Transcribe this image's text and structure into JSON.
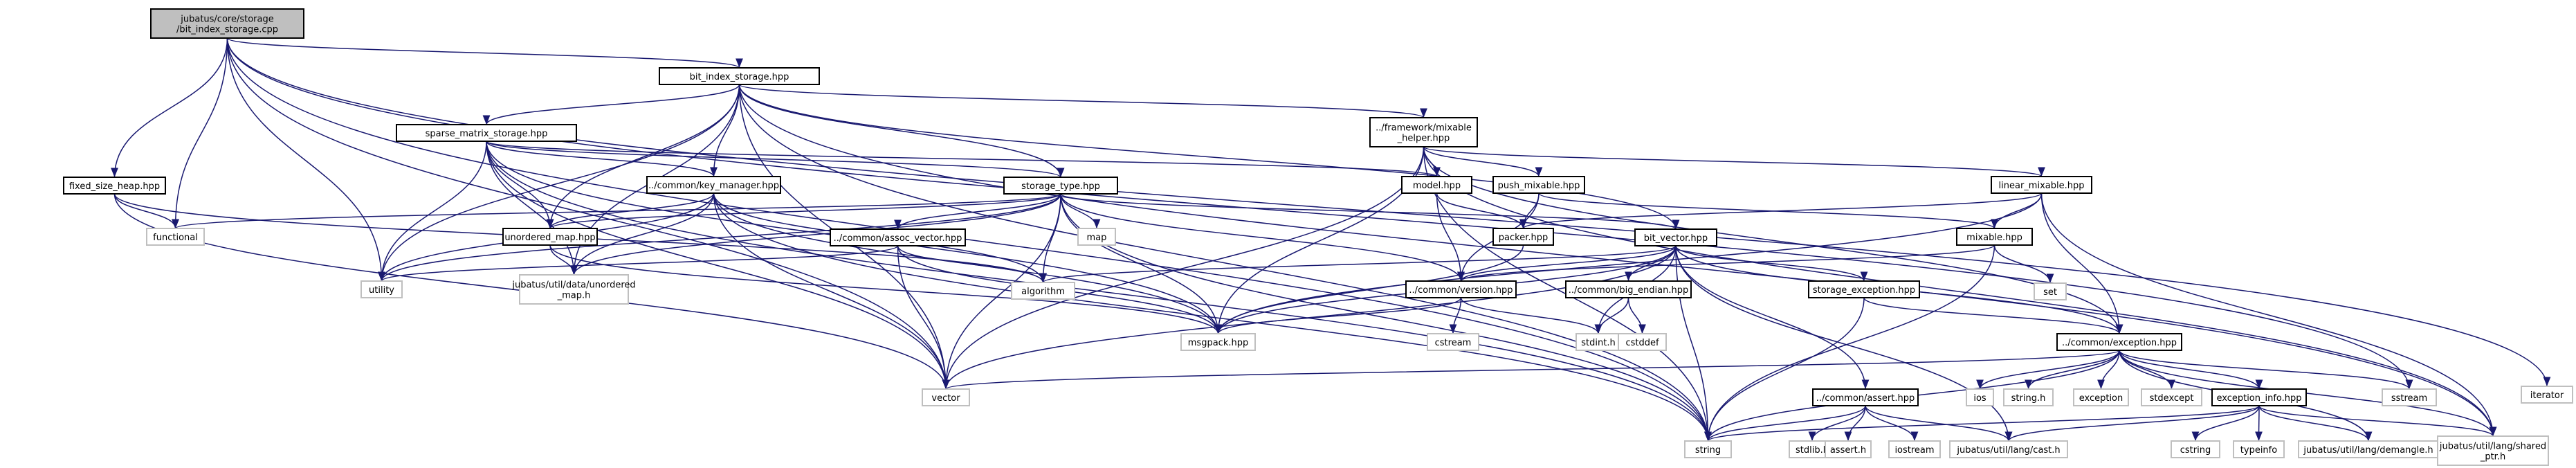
{
  "diagram": {
    "colors": {
      "edge": "#191970",
      "root_fill": "#bfbfbf",
      "node_border": "#000000",
      "leaf_border": "#bfbfbf",
      "text": "#000000"
    },
    "nodes": [
      {
        "id": "root",
        "label": "jubatus/core/storage\n/bit_index_storage.cpp",
        "kind": "root"
      },
      {
        "id": "bis",
        "label": "bit_index_storage.hpp",
        "kind": "file"
      },
      {
        "id": "iterator",
        "label": "iterator",
        "kind": "leaf"
      },
      {
        "id": "sms",
        "label": "sparse_matrix_storage.hpp",
        "kind": "file"
      },
      {
        "id": "fmh",
        "label": "../framework/mixable\n_helper.hpp",
        "kind": "file"
      },
      {
        "id": "fsh",
        "label": "fixed_size_heap.hpp",
        "kind": "file"
      },
      {
        "id": "keym",
        "label": "../common/key_manager.hpp",
        "kind": "file"
      },
      {
        "id": "st",
        "label": "storage_type.hpp",
        "kind": "file"
      },
      {
        "id": "model",
        "label": "model.hpp",
        "kind": "file"
      },
      {
        "id": "pushm",
        "label": "push_mixable.hpp",
        "kind": "file"
      },
      {
        "id": "linm",
        "label": "linear_mixable.hpp",
        "kind": "file"
      },
      {
        "id": "functional",
        "label": "functional",
        "kind": "leaf"
      },
      {
        "id": "umap",
        "label": "unordered_map.hpp",
        "kind": "file"
      },
      {
        "id": "assoc",
        "label": "../common/assoc_vector.hpp",
        "kind": "file"
      },
      {
        "id": "map",
        "label": "map",
        "kind": "leaf"
      },
      {
        "id": "packer",
        "label": "packer.hpp",
        "kind": "file"
      },
      {
        "id": "bitvec",
        "label": "bit_vector.hpp",
        "kind": "file"
      },
      {
        "id": "mixable",
        "label": "mixable.hpp",
        "kind": "file"
      },
      {
        "id": "utility",
        "label": "utility",
        "kind": "leaf"
      },
      {
        "id": "juum",
        "label": "jubatus/util/data/unordered\n_map.h",
        "kind": "leaf"
      },
      {
        "id": "algorithm",
        "label": "algorithm",
        "kind": "leaf"
      },
      {
        "id": "version",
        "label": "../common/version.hpp",
        "kind": "file"
      },
      {
        "id": "bigend",
        "label": "../common/big_endian.hpp",
        "kind": "file"
      },
      {
        "id": "stexc",
        "label": "storage_exception.hpp",
        "kind": "file"
      },
      {
        "id": "set",
        "label": "set",
        "kind": "leaf"
      },
      {
        "id": "msgpack",
        "label": "msgpack.hpp",
        "kind": "leaf"
      },
      {
        "id": "cstream",
        "label": "cstream",
        "kind": "leaf"
      },
      {
        "id": "stdint",
        "label": "stdint.h",
        "kind": "leaf"
      },
      {
        "id": "cstddef",
        "label": "cstddef",
        "kind": "leaf"
      },
      {
        "id": "cexc",
        "label": "../common/exception.hpp",
        "kind": "file"
      },
      {
        "id": "vector",
        "label": "vector",
        "kind": "leaf"
      },
      {
        "id": "ios",
        "label": "ios",
        "kind": "leaf"
      },
      {
        "id": "stringh",
        "label": "string.h",
        "kind": "leaf"
      },
      {
        "id": "exception",
        "label": "exception",
        "kind": "leaf"
      },
      {
        "id": "stdexcept",
        "label": "stdexcept",
        "kind": "leaf"
      },
      {
        "id": "sstream",
        "label": "sstream",
        "kind": "leaf"
      },
      {
        "id": "assert",
        "label": "../common/assert.hpp",
        "kind": "file"
      },
      {
        "id": "exinfo",
        "label": "exception_info.hpp",
        "kind": "file"
      },
      {
        "id": "string",
        "label": "string",
        "kind": "leaf"
      },
      {
        "id": "stdlib",
        "label": "stdlib.h",
        "kind": "leaf"
      },
      {
        "id": "asserth",
        "label": "assert.h",
        "kind": "leaf"
      },
      {
        "id": "iostream",
        "label": "iostream",
        "kind": "leaf"
      },
      {
        "id": "cast",
        "label": "jubatus/util/lang/cast.h",
        "kind": "leaf"
      },
      {
        "id": "cstring",
        "label": "cstring",
        "kind": "leaf"
      },
      {
        "id": "typeinfo",
        "label": "typeinfo",
        "kind": "leaf"
      },
      {
        "id": "demangle",
        "label": "jubatus/util/lang/demangle.h",
        "kind": "leaf"
      },
      {
        "id": "sharedptr",
        "label": "jubatus/util/lang/shared\n_ptr.h",
        "kind": "leaf"
      }
    ],
    "edges": [
      [
        "root",
        "bis"
      ],
      [
        "root",
        "iterator"
      ],
      [
        "root",
        "fsh"
      ],
      [
        "root",
        "functional"
      ],
      [
        "root",
        "utility"
      ],
      [
        "root",
        "vector"
      ],
      [
        "root",
        "string"
      ],
      [
        "root",
        "sstream"
      ],
      [
        "bis",
        "sms"
      ],
      [
        "bis",
        "fmh"
      ],
      [
        "bis",
        "keym"
      ],
      [
        "bis",
        "st"
      ],
      [
        "bis",
        "utility"
      ],
      [
        "bis",
        "juum"
      ],
      [
        "bis",
        "umap"
      ],
      [
        "bis",
        "bitvec"
      ],
      [
        "bis",
        "vector"
      ],
      [
        "bis",
        "string"
      ],
      [
        "bis",
        "sharedptr"
      ],
      [
        "sms",
        "keym"
      ],
      [
        "sms",
        "st"
      ],
      [
        "sms",
        "model"
      ],
      [
        "sms",
        "umap"
      ],
      [
        "sms",
        "utility"
      ],
      [
        "sms",
        "juum"
      ],
      [
        "sms",
        "msgpack"
      ],
      [
        "sms",
        "vector"
      ],
      [
        "sms",
        "string"
      ],
      [
        "fmh",
        "model"
      ],
      [
        "fmh",
        "pushm"
      ],
      [
        "fmh",
        "linm"
      ],
      [
        "fmh",
        "msgpack"
      ],
      [
        "fmh",
        "vector"
      ],
      [
        "fmh",
        "string"
      ],
      [
        "fmh",
        "cexc"
      ],
      [
        "fmh",
        "sharedptr"
      ],
      [
        "fsh",
        "functional"
      ],
      [
        "fsh",
        "algorithm"
      ],
      [
        "fsh",
        "vector"
      ],
      [
        "keym",
        "umap"
      ],
      [
        "keym",
        "juum"
      ],
      [
        "keym",
        "algorithm"
      ],
      [
        "keym",
        "msgpack"
      ],
      [
        "keym",
        "vector"
      ],
      [
        "keym",
        "string"
      ],
      [
        "keym",
        "utility"
      ],
      [
        "st",
        "functional"
      ],
      [
        "st",
        "assoc"
      ],
      [
        "st",
        "map"
      ],
      [
        "st",
        "bitvec"
      ],
      [
        "st",
        "utility"
      ],
      [
        "st",
        "umap"
      ],
      [
        "st",
        "juum"
      ],
      [
        "st",
        "algorithm"
      ],
      [
        "st",
        "msgpack"
      ],
      [
        "st",
        "vector"
      ],
      [
        "st",
        "string"
      ],
      [
        "st",
        "version"
      ],
      [
        "model",
        "packer"
      ],
      [
        "model",
        "version"
      ],
      [
        "pushm",
        "packer"
      ],
      [
        "pushm",
        "mixable"
      ],
      [
        "pushm",
        "version"
      ],
      [
        "linm",
        "packer"
      ],
      [
        "linm",
        "mixable"
      ],
      [
        "linm",
        "cexc"
      ],
      [
        "linm",
        "msgpack"
      ],
      [
        "linm",
        "sharedptr"
      ],
      [
        "umap",
        "juum"
      ],
      [
        "umap",
        "msgpack"
      ],
      [
        "assoc",
        "utility"
      ],
      [
        "assoc",
        "algorithm"
      ],
      [
        "assoc",
        "vector"
      ],
      [
        "assoc",
        "msgpack"
      ],
      [
        "packer",
        "msgpack"
      ],
      [
        "bitvec",
        "algorithm"
      ],
      [
        "bitvec",
        "version"
      ],
      [
        "bitvec",
        "bigend"
      ],
      [
        "bitvec",
        "stexc"
      ],
      [
        "bitvec",
        "cexc"
      ],
      [
        "bitvec",
        "assert"
      ],
      [
        "bitvec",
        "stdint"
      ],
      [
        "bitvec",
        "msgpack"
      ],
      [
        "bitvec",
        "vector"
      ],
      [
        "bitvec",
        "string"
      ],
      [
        "bitvec",
        "cast"
      ],
      [
        "mixable",
        "set"
      ],
      [
        "mixable",
        "version"
      ],
      [
        "mixable",
        "string"
      ],
      [
        "version",
        "msgpack"
      ],
      [
        "version",
        "cstream"
      ],
      [
        "version",
        "stdint"
      ],
      [
        "bigend",
        "stdint"
      ],
      [
        "bigend",
        "cstddef"
      ],
      [
        "stexc",
        "cexc"
      ],
      [
        "stexc",
        "string"
      ],
      [
        "cexc",
        "vector"
      ],
      [
        "cexc",
        "ios"
      ],
      [
        "cexc",
        "stringh"
      ],
      [
        "cexc",
        "exception"
      ],
      [
        "cexc",
        "stdexcept"
      ],
      [
        "cexc",
        "sstream"
      ],
      [
        "cexc",
        "exinfo"
      ],
      [
        "cexc",
        "string"
      ],
      [
        "cexc",
        "demangle"
      ],
      [
        "cexc",
        "sharedptr"
      ],
      [
        "assert",
        "stdlib"
      ],
      [
        "assert",
        "asserth"
      ],
      [
        "assert",
        "iostream"
      ],
      [
        "assert",
        "cast"
      ],
      [
        "assert",
        "string"
      ],
      [
        "exinfo",
        "string"
      ],
      [
        "exinfo",
        "cast"
      ],
      [
        "exinfo",
        "cstring"
      ],
      [
        "exinfo",
        "typeinfo"
      ],
      [
        "exinfo",
        "demangle"
      ],
      [
        "exinfo",
        "sharedptr"
      ]
    ]
  }
}
